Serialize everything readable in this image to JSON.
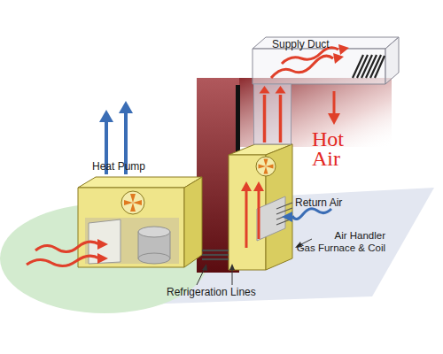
{
  "diagram": {
    "nodes": [
      {
        "text": [
          "Supply Duct"
        ]
      },
      {
        "text": [
          "Heat Pump"
        ]
      },
      {
        "text": [
          "Air Handler",
          "Gas Furnace & Coil"
        ]
      }
    ],
    "edges": [
      {
        "from": 1,
        "to": 2,
        "arrow": "none"
      },
      {
        "from": 2,
        "to": 0,
        "arrow": "to"
      }
    ],
    "labels": [
      "Hot Air",
      "Return Air",
      "Refrigeration Lines"
    ]
  }
}
